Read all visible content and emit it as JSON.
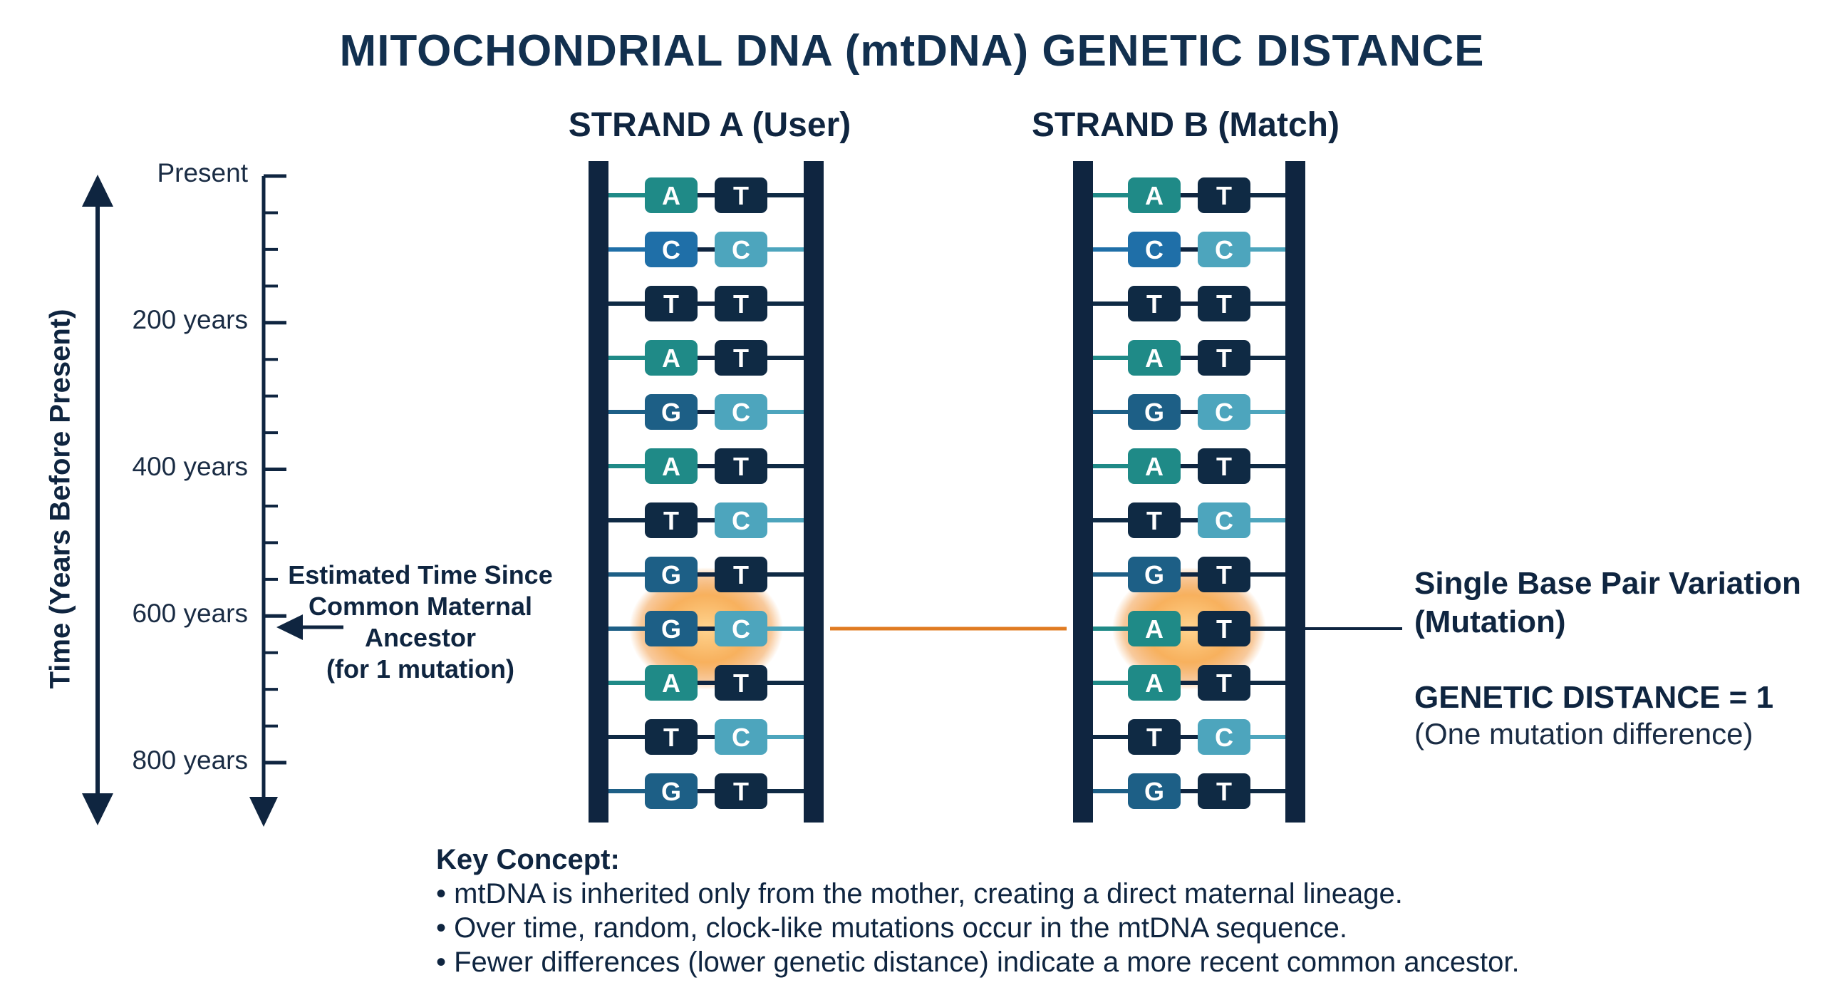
{
  "title": "MITOCHONDRIAL DNA (mtDNA) GENETIC DISTANCE",
  "strands": [
    {
      "title": "STRAND A (User)",
      "pairs": [
        [
          "A",
          "T"
        ],
        [
          "C",
          "C"
        ],
        [
          "T",
          "T"
        ],
        [
          "A",
          "T"
        ],
        [
          "G",
          "C"
        ],
        [
          "A",
          "T"
        ],
        [
          "T",
          "C"
        ],
        [
          "G",
          "T"
        ],
        [
          "G",
          "C"
        ],
        [
          "A",
          "T"
        ],
        [
          "T",
          "C"
        ],
        [
          "G",
          "T"
        ]
      ]
    },
    {
      "title": "STRAND B (Match)",
      "pairs": [
        [
          "A",
          "T"
        ],
        [
          "C",
          "C"
        ],
        [
          "T",
          "T"
        ],
        [
          "A",
          "T"
        ],
        [
          "G",
          "C"
        ],
        [
          "A",
          "T"
        ],
        [
          "T",
          "C"
        ],
        [
          "G",
          "T"
        ],
        [
          "A",
          "T"
        ],
        [
          "A",
          "T"
        ],
        [
          "T",
          "C"
        ],
        [
          "G",
          "T"
        ]
      ]
    }
  ],
  "highlight_pair_index": 8,
  "timeline": {
    "axis_title": "Time (Years Before Present)",
    "labels": [
      "Present",
      "200 years",
      "400 years",
      "600 years",
      "800 years"
    ]
  },
  "estimate_label": [
    "Estimated Time Since",
    "Common Maternal",
    "Ancestor",
    "(for 1 mutation)"
  ],
  "variation_label": [
    "Single Base Pair Variation",
    "(Mutation)"
  ],
  "distance": {
    "label": "GENETIC DISTANCE = 1",
    "sub": "(One mutation difference)"
  },
  "key": {
    "title": "Key Concept:",
    "items": [
      "• mtDNA is inherited only from the mother, creating a direct maternal lineage.",
      "•  Over time, random, clock-like mutations occur in the mtDNA sequence.",
      "• Fewer differences (lower genetic distance) indicate a more recent common ancestor."
    ]
  },
  "colors": {
    "navy": "#0f2540",
    "A": "#1f8a87",
    "T": "#0f2a44",
    "C_left": "#1f6fa8",
    "C_right": "#4da5bd",
    "G": "#1d5f86",
    "highlight": "#f39a2e",
    "connector": "#e07b22"
  }
}
